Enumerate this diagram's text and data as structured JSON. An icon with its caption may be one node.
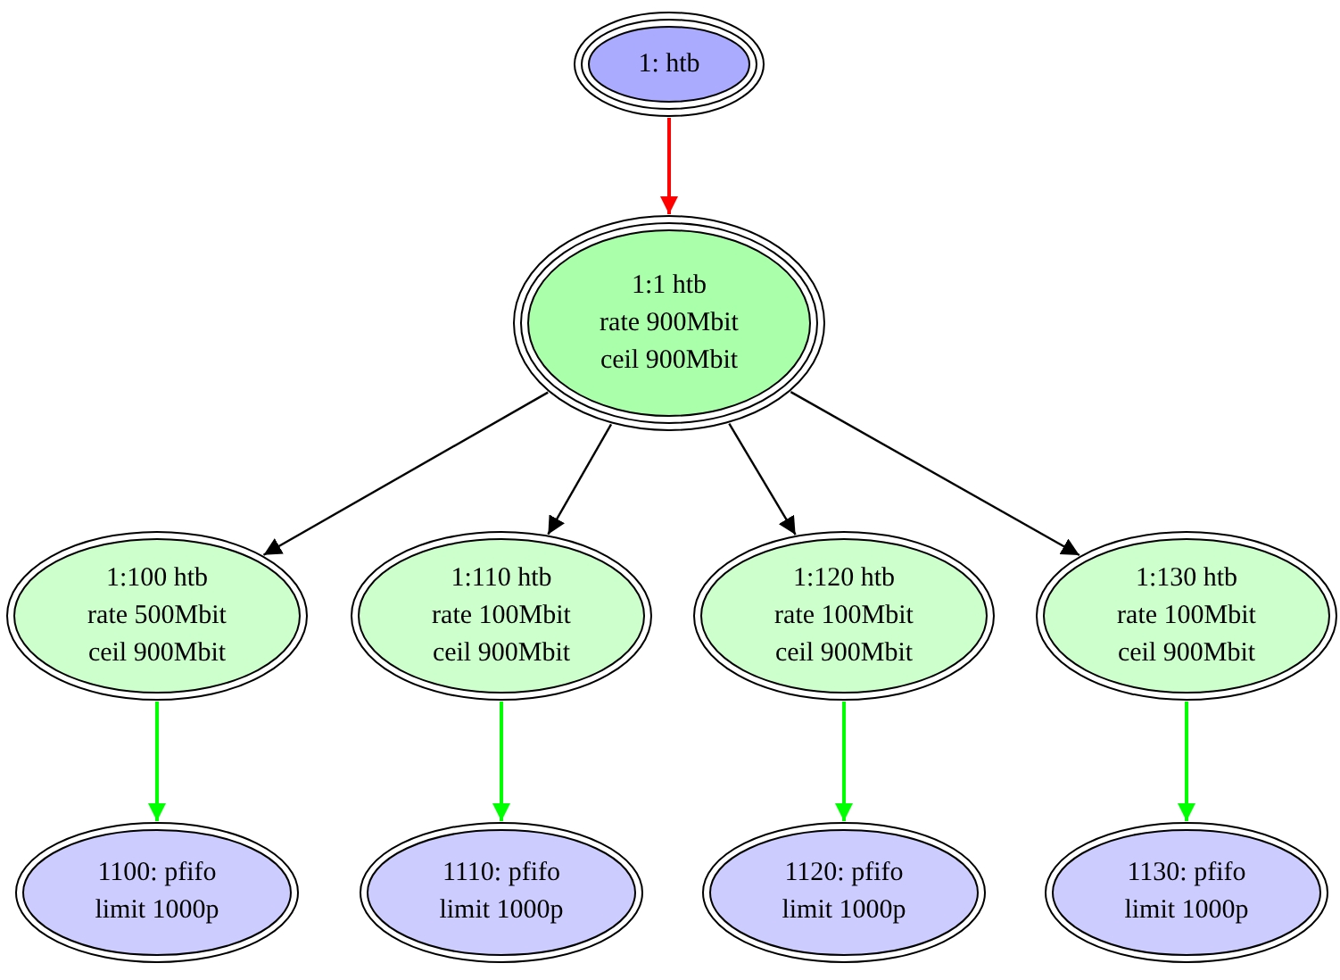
{
  "diagram": {
    "nodes": [
      {
        "text": [
          "1: htb"
        ]
      },
      {
        "text": [
          "1:1 htb",
          "rate 900Mbit",
          "ceil 900Mbit"
        ]
      },
      {
        "text": [
          "1:100 htb",
          "rate 500Mbit",
          "ceil 900Mbit"
        ]
      },
      {
        "text": [
          "1:110 htb",
          "rate 100Mbit",
          "ceil 900Mbit"
        ]
      },
      {
        "text": [
          "1:120 htb",
          "rate 100Mbit",
          "ceil 900Mbit"
        ]
      },
      {
        "text": [
          "1:130 htb",
          "rate 100Mbit",
          "ceil 900Mbit"
        ]
      },
      {
        "text": [
          "1100: pfifo",
          "limit 1000p"
        ]
      },
      {
        "text": [
          "1110: pfifo",
          "limit 1000p"
        ]
      },
      {
        "text": [
          "1120: pfifo",
          "limit 1000p"
        ]
      },
      {
        "text": [
          "1130: pfifo",
          "limit 1000p"
        ]
      }
    ],
    "edges": [
      {
        "from": 0,
        "to": 1,
        "arrow": "to",
        "color": "#ff0000"
      },
      {
        "from": 1,
        "to": 2,
        "arrow": "to"
      },
      {
        "from": 1,
        "to": 3,
        "arrow": "to"
      },
      {
        "from": 1,
        "to": 4,
        "arrow": "to"
      },
      {
        "from": 1,
        "to": 5,
        "arrow": "to"
      },
      {
        "from": 2,
        "to": 6,
        "arrow": "to",
        "color": "#00ff00"
      },
      {
        "from": 3,
        "to": 7,
        "arrow": "to",
        "color": "#00ff00"
      },
      {
        "from": 4,
        "to": 8,
        "arrow": "to",
        "color": "#00ff00"
      },
      {
        "from": 5,
        "to": 9,
        "arrow": "to",
        "color": "#00ff00"
      }
    ]
  }
}
